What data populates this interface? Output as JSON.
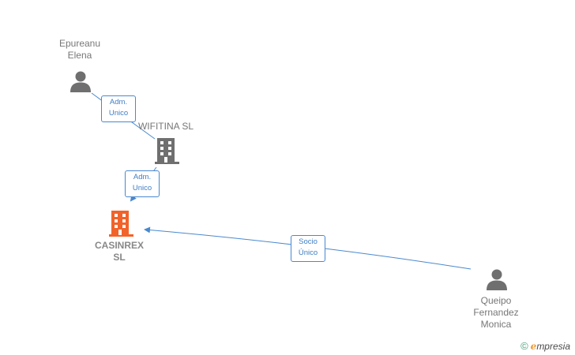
{
  "nodes": {
    "epureanu": {
      "name": "Epureanu\nElena",
      "kind": "person"
    },
    "wifitina": {
      "name": "WIFITINA  SL",
      "kind": "company"
    },
    "casinrex": {
      "name": "CASINREX\nSL",
      "kind": "company-focus"
    },
    "queipo": {
      "name": "Queipo\nFernandez\nMonica",
      "kind": "person"
    }
  },
  "edges": [
    {
      "from": "Epureanu Elena",
      "to": "WIFITINA  SL",
      "label": "Adm.\nUnico"
    },
    {
      "from": "WIFITINA  SL",
      "to": "CASINREX SL",
      "label": "Adm.\nUnico"
    },
    {
      "from": "Queipo Fernandez Monica",
      "to": "CASINREX SL",
      "label": "Socio\nÚnico"
    }
  ],
  "colors": {
    "person_icon": "#6f6f6f",
    "company_icon": "#6f6f6f",
    "focus_company_icon": "#f2632a",
    "edge_line": "#4a88cf",
    "label_text": "#777777"
  },
  "brand": {
    "copyright_symbol": "©",
    "initial": "e",
    "name": "mpresia"
  }
}
